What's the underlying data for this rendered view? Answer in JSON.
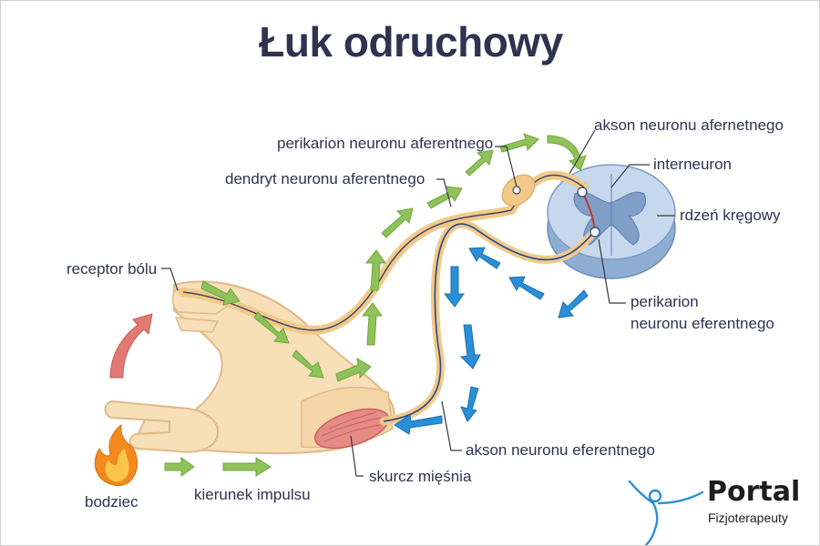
{
  "title": "Łuk odruchowy",
  "labels": {
    "perikarion_aferentnego": "perikarion neuronu aferentnego",
    "akson_aferentnego": "akson neuronu afernetnego",
    "dendryt_aferentnego": "dendryt neuronu aferentnego",
    "interneuron": "interneuron",
    "rdzen": "rdzeń kręgowy",
    "receptor": "receptor bólu",
    "perikarion_eferentnego_1": "perikarion",
    "perikarion_eferentnego_2": "neuronu eferentnego",
    "akson_eferentnego": "akson neuronu eferentnego",
    "bodziec": "bodziec",
    "kierunek": "kierunek impulsu",
    "skurcz": "skurcz mięśnia"
  },
  "brand": {
    "name": "Portal",
    "tagline": "Fizjoterapeuty"
  },
  "colors": {
    "title": "#2e3350",
    "afferent_arrow": "#8fc25a",
    "efferent_arrow": "#2a8fd6",
    "stimulus_arrow": "#e07a73",
    "skin": "#f7dfb8",
    "nerve_afferent": "#f3c98a",
    "spinal_cord": "#a9c3e0",
    "muscle": "#e58a84"
  }
}
